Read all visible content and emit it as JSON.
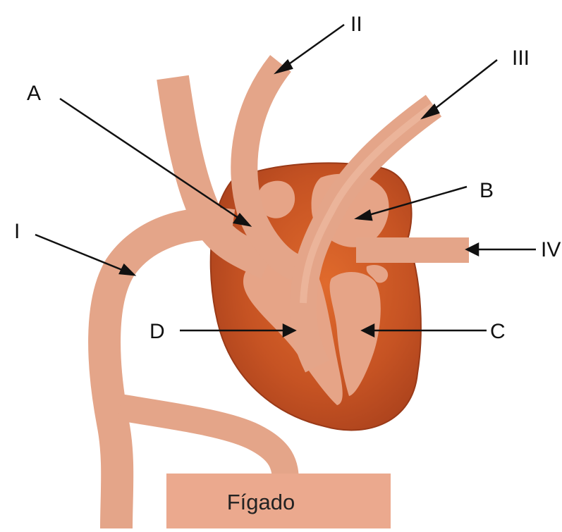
{
  "labels": {
    "A": "A",
    "B": "B",
    "C": "C",
    "D": "D",
    "I": "I",
    "II": "II",
    "III": "III",
    "IV": "IV"
  },
  "liver": {
    "label": "Fígado"
  },
  "colors": {
    "vessel": "#e4a589",
    "vessel_shade": "#c9856a",
    "heart_outer": "#b2451e",
    "heart_mid": "#cd5a22",
    "liver_fill": "#eba98e",
    "line": "#111111"
  }
}
